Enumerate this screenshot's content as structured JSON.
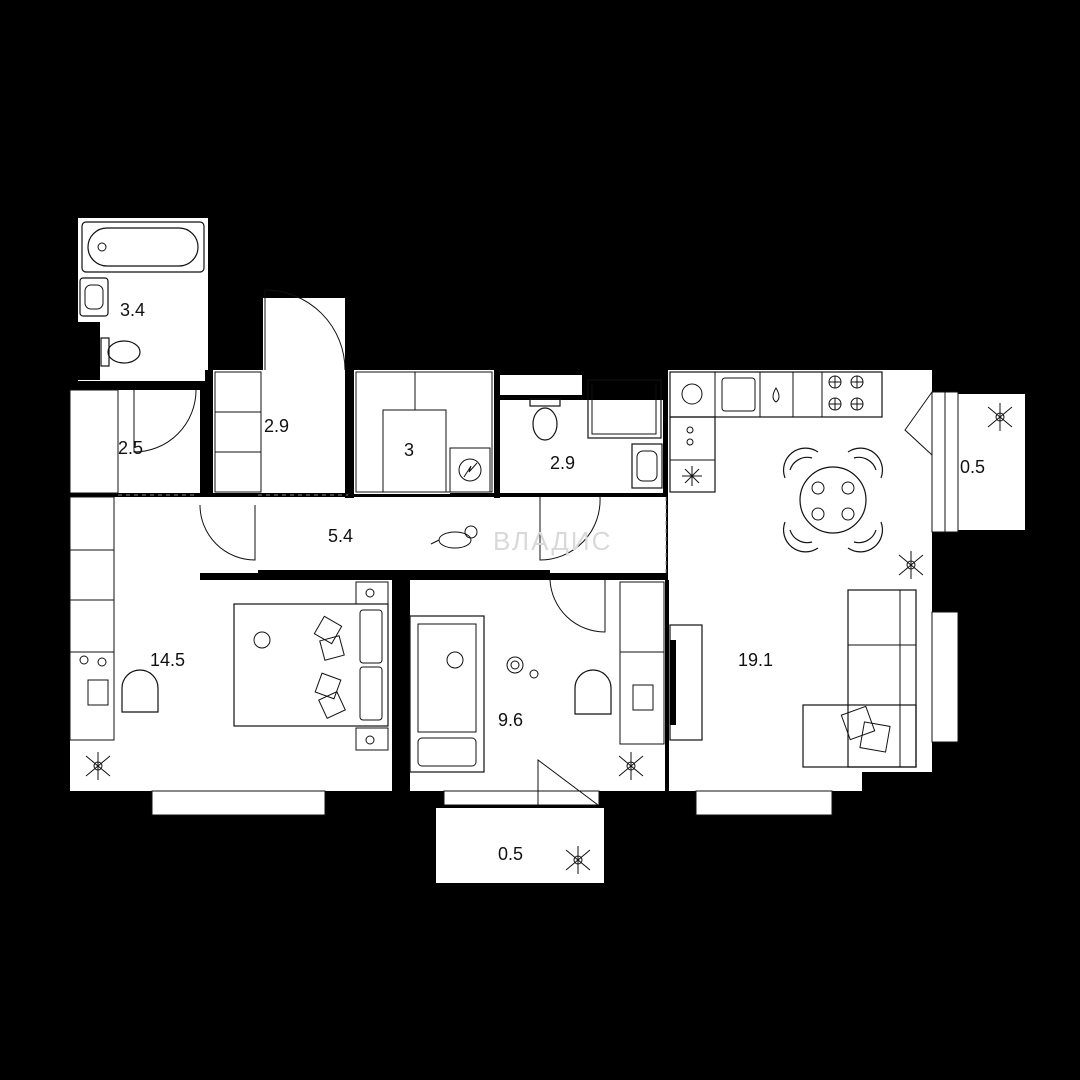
{
  "watermark": "ВЛАДИС",
  "rooms": [
    {
      "id": "bathroom",
      "area": "3.4"
    },
    {
      "id": "storage-left",
      "area": "2.5"
    },
    {
      "id": "closet-top",
      "area": "2.9"
    },
    {
      "id": "utility",
      "area": "3"
    },
    {
      "id": "shower-room",
      "area": "2.9"
    },
    {
      "id": "hallway",
      "area": "5.4"
    },
    {
      "id": "bedroom",
      "area": "14.5"
    },
    {
      "id": "kids-room",
      "area": "9.6"
    },
    {
      "id": "kitchen-living",
      "area": "19.1"
    },
    {
      "id": "balcony-right",
      "area": "0.5"
    },
    {
      "id": "balcony-bottom",
      "area": "0.5"
    }
  ],
  "colors": {
    "wall": "#000000",
    "floor": "#ffffff",
    "line": "#111111"
  }
}
